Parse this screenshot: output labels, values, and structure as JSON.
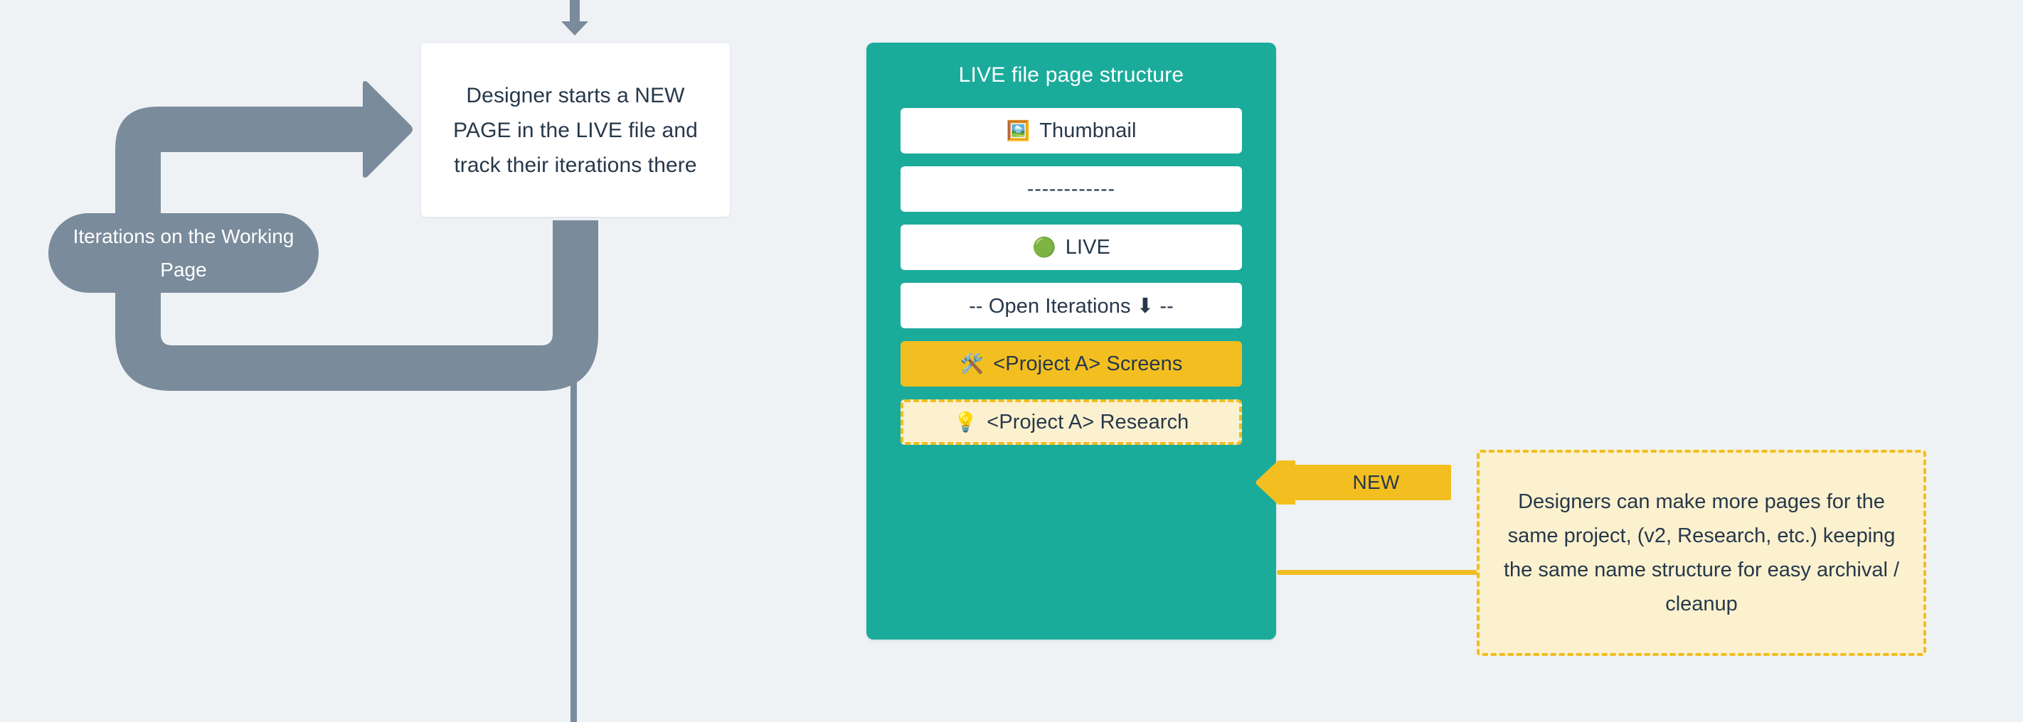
{
  "canvas": {
    "background": "#eff2f5",
    "text_color": "#27384a"
  },
  "flow": {
    "process_card": {
      "text": "Designer starts a NEW PAGE in the LIVE file and track their iterations there",
      "lines": [
        "Designer starts a",
        "NEW PAGE in the LIVE",
        "file and track their",
        "iterations there"
      ],
      "background": "#ffffff"
    },
    "loop_label": {
      "text": "Iterations on the Working Page",
      "lines": [
        "Iterations on the",
        "Working Page"
      ],
      "background": "#7a8b9c",
      "text_color": "#ffffff"
    },
    "connector_color": "#7a8b9c",
    "top_arrow": "arrow-down-icon",
    "loop_arrow": "arrow-right-icon"
  },
  "panel": {
    "title": "LIVE file page structure",
    "background": "#1bab9b",
    "rows": [
      {
        "emoji": "🖼️",
        "icon_name": "framed-picture-icon",
        "label": "Thumbnail",
        "style": "plain"
      },
      {
        "emoji": "",
        "icon_name": "",
        "label": "------------",
        "style": "plain"
      },
      {
        "emoji": "🟢",
        "icon_name": "green-circle-icon",
        "label": "LIVE",
        "style": "plain"
      },
      {
        "emoji": "",
        "icon_name": "arrow-down-icon",
        "label": "-- Open Iterations ⬇ --",
        "style": "plain"
      },
      {
        "emoji": "🛠️",
        "icon_name": "hammer-and-wrench-icon",
        "label": "<Project A> Screens",
        "style": "highlight"
      },
      {
        "emoji": "💡",
        "icon_name": "light-bulb-icon",
        "label": "<Project A> Research",
        "style": "dashed"
      }
    ]
  },
  "annotations": {
    "new_badge": {
      "label": "NEW",
      "color": "#f3bf20",
      "text_color": "#27384a"
    },
    "note": {
      "text": "Designers can make more pages for the same project, (v2, Research, etc.) keeping the same name structure for easy archival / cleanup",
      "lines": [
        "Designers can make more pages for",
        "the same project, (v2, Research, etc.)",
        "keeping the same name structure for",
        "easy archival / cleanup"
      ],
      "background": "#fbf1cf",
      "border_color": "#f0bd22"
    }
  }
}
